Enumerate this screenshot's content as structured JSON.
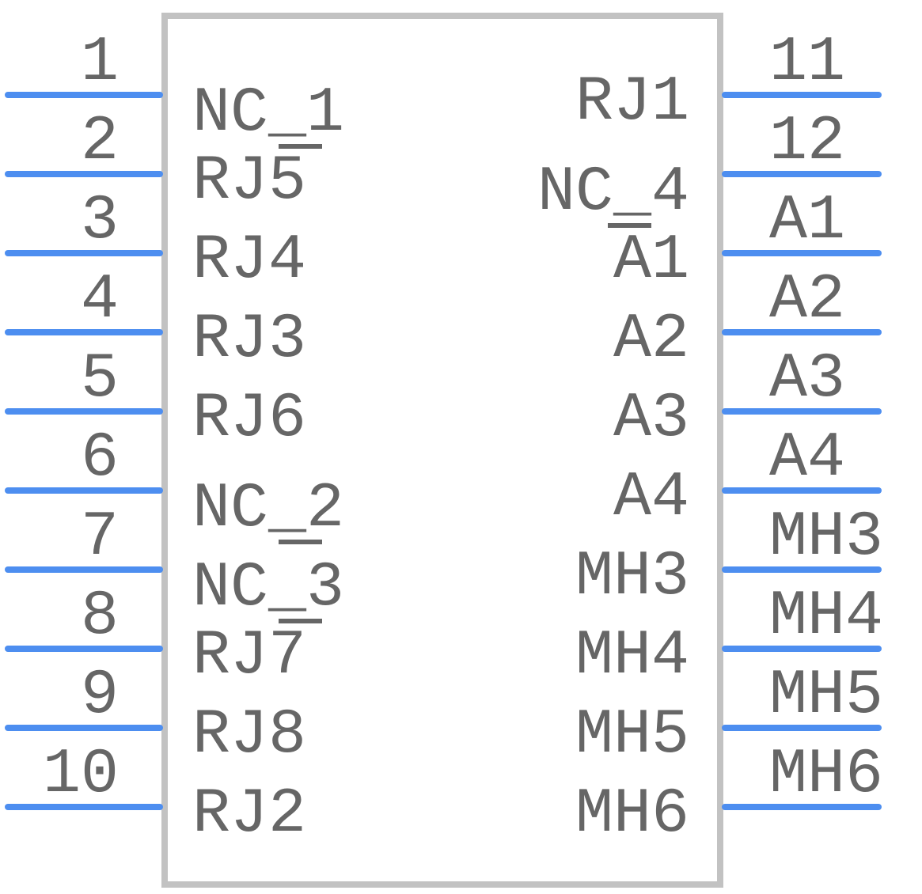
{
  "colors": {
    "pin": "#4d8ef0",
    "body": "#c2c2c2",
    "text": "#666666",
    "background": "#ffffff"
  },
  "left_pins": [
    {
      "number": "1",
      "name": "NC_1"
    },
    {
      "number": "2",
      "name": "RJ5"
    },
    {
      "number": "3",
      "name": "RJ4"
    },
    {
      "number": "4",
      "name": "RJ3"
    },
    {
      "number": "5",
      "name": "RJ6"
    },
    {
      "number": "6",
      "name": "NC_2"
    },
    {
      "number": "7",
      "name": "NC_3"
    },
    {
      "number": "8",
      "name": "RJ7"
    },
    {
      "number": "9",
      "name": "RJ8"
    },
    {
      "number": "10",
      "name": "RJ2"
    }
  ],
  "right_pins": [
    {
      "number": "11",
      "name": "RJ1"
    },
    {
      "number": "12",
      "name": "NC_4"
    },
    {
      "number": "A1",
      "name": "A1"
    },
    {
      "number": "A2",
      "name": "A2"
    },
    {
      "number": "A3",
      "name": "A3"
    },
    {
      "number": "A4",
      "name": "A4"
    },
    {
      "number": "MH3",
      "name": "MH3"
    },
    {
      "number": "MH4",
      "name": "MH4"
    },
    {
      "number": "MH5",
      "name": "MH5"
    },
    {
      "number": "MH6",
      "name": "MH6"
    }
  ]
}
